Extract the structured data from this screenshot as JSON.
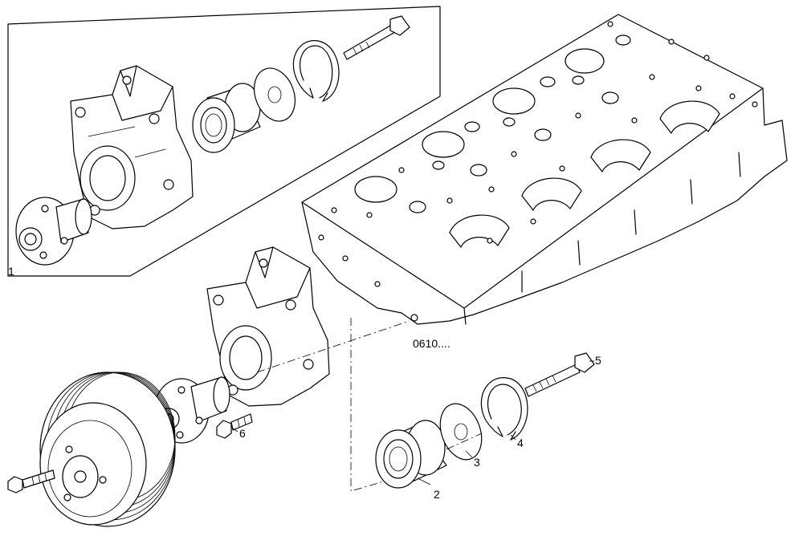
{
  "callouts": {
    "kit": "1",
    "bearing": "2",
    "seal_plate": "3",
    "snap_ring": "4",
    "long_bolt": "5",
    "short_bolt": "6"
  },
  "reference": "0610...."
}
